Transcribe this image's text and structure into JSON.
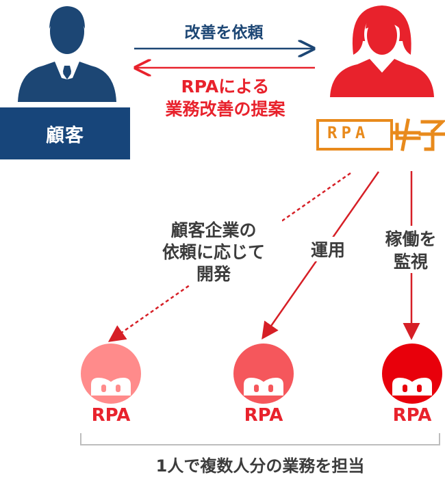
{
  "customer": {
    "label": "顧客"
  },
  "arrows": {
    "request": "改善を依頼",
    "proposal": [
      "RPAによる",
      "業務改善の提案"
    ],
    "develop": [
      "顧客企業の",
      "依頼に応じて",
      "開発"
    ],
    "operate": "運用",
    "monitor": [
      "稼働を",
      "監視"
    ]
  },
  "brand": {
    "text": "RPA",
    "logo": "女子"
  },
  "robots": [
    {
      "label": "RPA",
      "color": "#ff8b8b"
    },
    {
      "label": "RPA",
      "color": "#f5575c"
    },
    {
      "label": "RPA",
      "color": "#e8000b"
    }
  ],
  "footer": {
    "text": "1人で複数人分の業務を担当"
  },
  "colors": {
    "navy": "#1c4674",
    "red": "#e8222c",
    "orange": "#e88a1c"
  }
}
